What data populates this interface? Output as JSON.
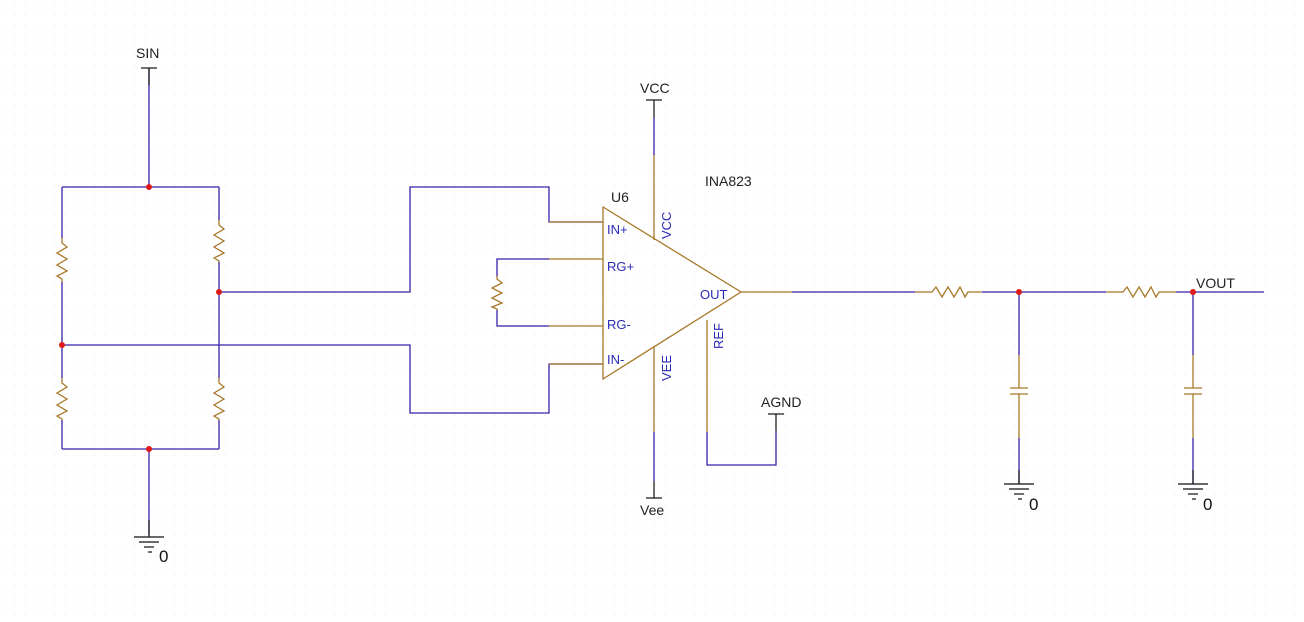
{
  "diagram": {
    "type": "schematic",
    "colors": {
      "wire": "#3a1fa8",
      "component": "#a8782a",
      "junction": "#e01818",
      "power_symbol": "#111111",
      "pin_label": "#2a2ab8"
    },
    "labels": {
      "sin": "SIN",
      "vcc": "VCC",
      "vee": "Vee",
      "agnd": "AGND",
      "vout": "VOUT",
      "gnd_bridge": "0",
      "gnd_cap1": "0",
      "gnd_cap2": "0"
    },
    "amplifier": {
      "ref": "U6",
      "part": "INA823",
      "pins": {
        "in_plus": "IN+",
        "rg_plus": "RG+",
        "rg_minus": "RG-",
        "in_minus": "IN-",
        "out": "OUT",
        "vcc": "VCC",
        "vee": "VEE",
        "ref": "REF"
      }
    },
    "components": {
      "bridge_resistors": 4,
      "gain_resistor": 1,
      "filter_resistors": 2,
      "filter_capacitors": 2
    }
  }
}
